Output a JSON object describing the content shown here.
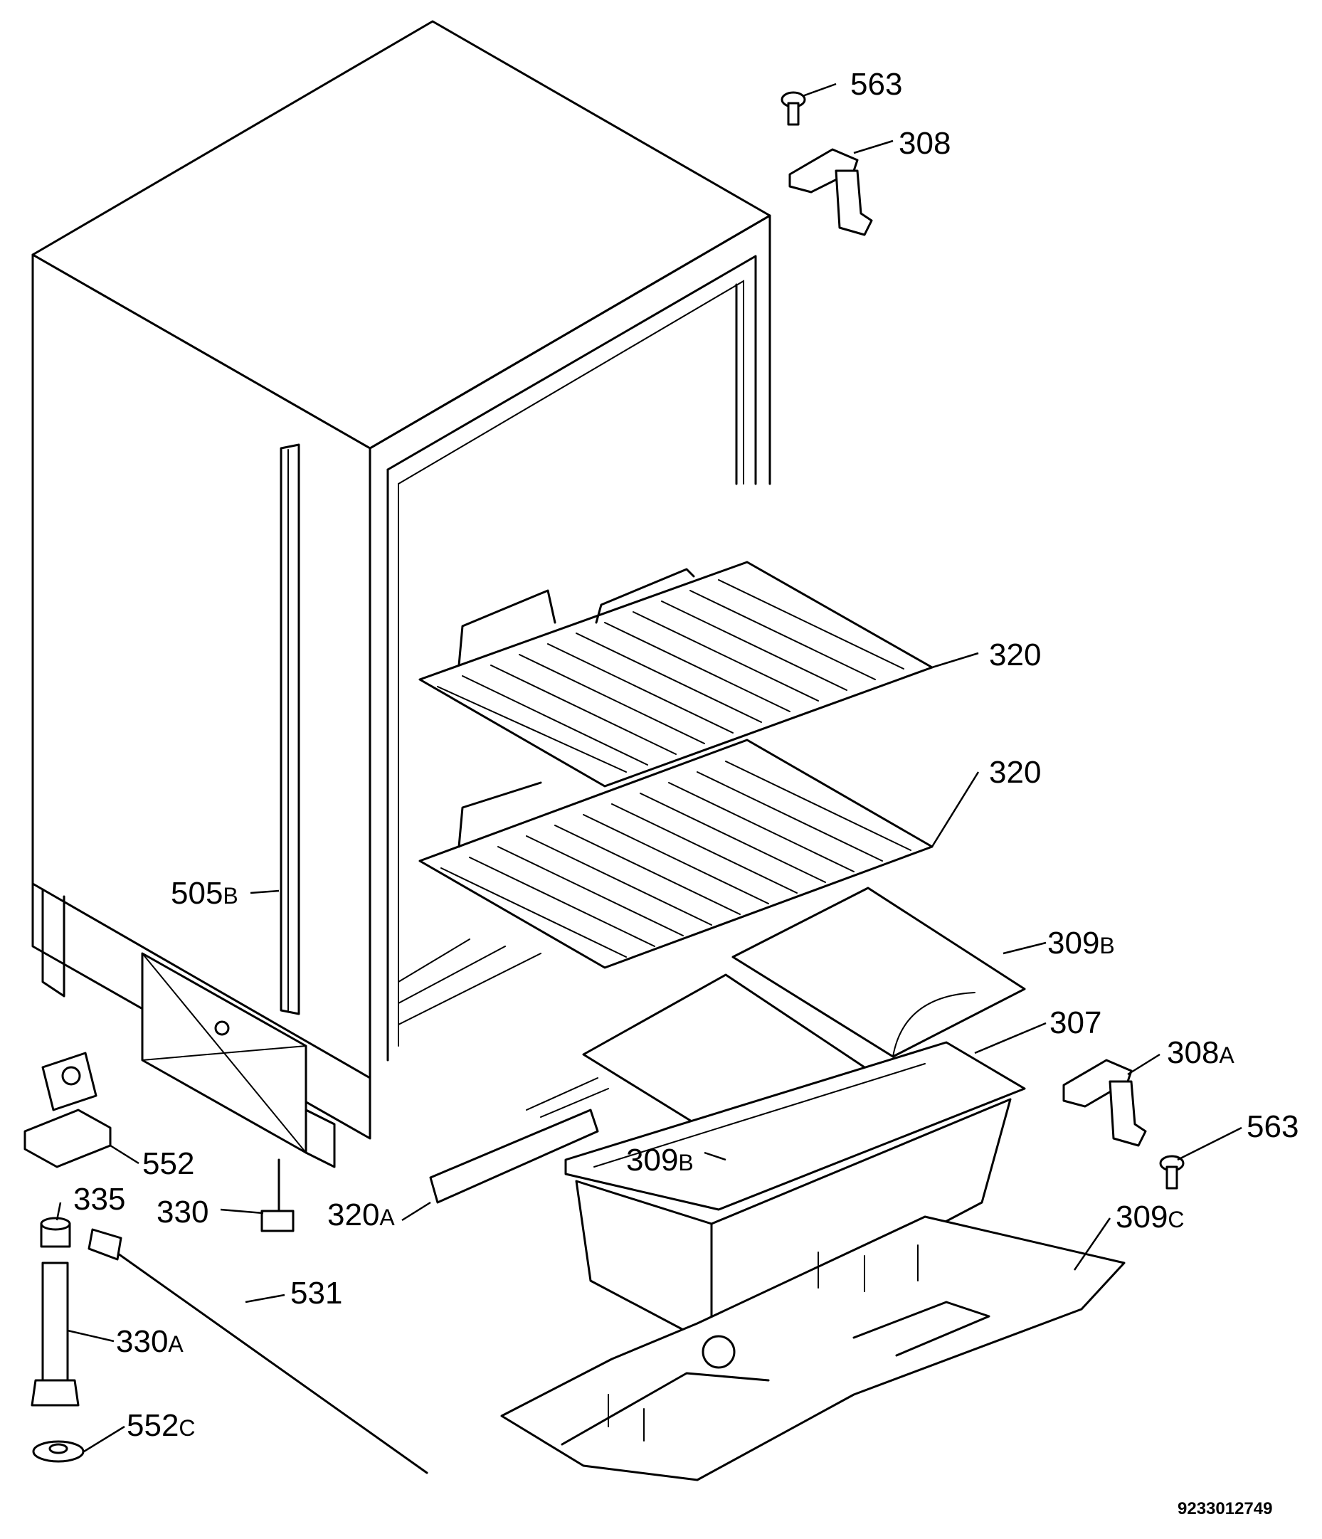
{
  "callouts": {
    "c563_top": {
      "num": "563",
      "sfx": ""
    },
    "c308": {
      "num": "308",
      "sfx": ""
    },
    "c320_a": {
      "num": "320",
      "sfx": ""
    },
    "c320_b": {
      "num": "320",
      "sfx": ""
    },
    "c505b": {
      "num": "505",
      "sfx": "B"
    },
    "c309b_top": {
      "num": "309",
      "sfx": "B"
    },
    "c307": {
      "num": "307",
      "sfx": ""
    },
    "c308a": {
      "num": "308",
      "sfx": "A"
    },
    "c563_right": {
      "num": "563",
      "sfx": ""
    },
    "c552": {
      "num": "552",
      "sfx": ""
    },
    "c309b_mid": {
      "num": "309",
      "sfx": "B"
    },
    "c330": {
      "num": "330",
      "sfx": ""
    },
    "c320a": {
      "num": "320",
      "sfx": "A"
    },
    "c335": {
      "num": "335",
      "sfx": ""
    },
    "c309c": {
      "num": "309",
      "sfx": "C"
    },
    "c531": {
      "num": "531",
      "sfx": ""
    },
    "c330a": {
      "num": "330",
      "sfx": "A"
    },
    "c552c": {
      "num": "552",
      "sfx": "C"
    }
  },
  "drawing_code": "9233012749"
}
